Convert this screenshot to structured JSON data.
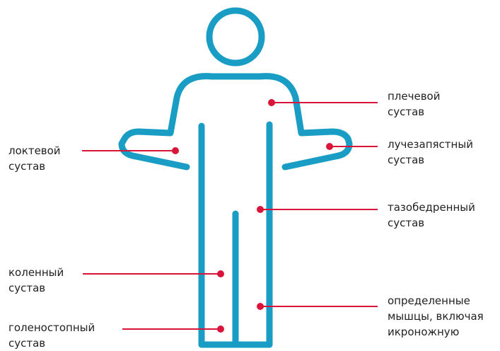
{
  "colors": {
    "figure": "#1a9dc4",
    "marker": "#d9163a",
    "text": "#222222"
  },
  "labels": {
    "shoulder": "плечевой\nсустав",
    "elbow": "локтевой\nсустав",
    "wrist": "лучезапястный\nсустав",
    "hip": "тазобедренный\nсустав",
    "knee": "коленный\nсустав",
    "calf": "определенные\nмышцы, включая\nикроножную",
    "ankle": "голеностопный\nсустав"
  }
}
